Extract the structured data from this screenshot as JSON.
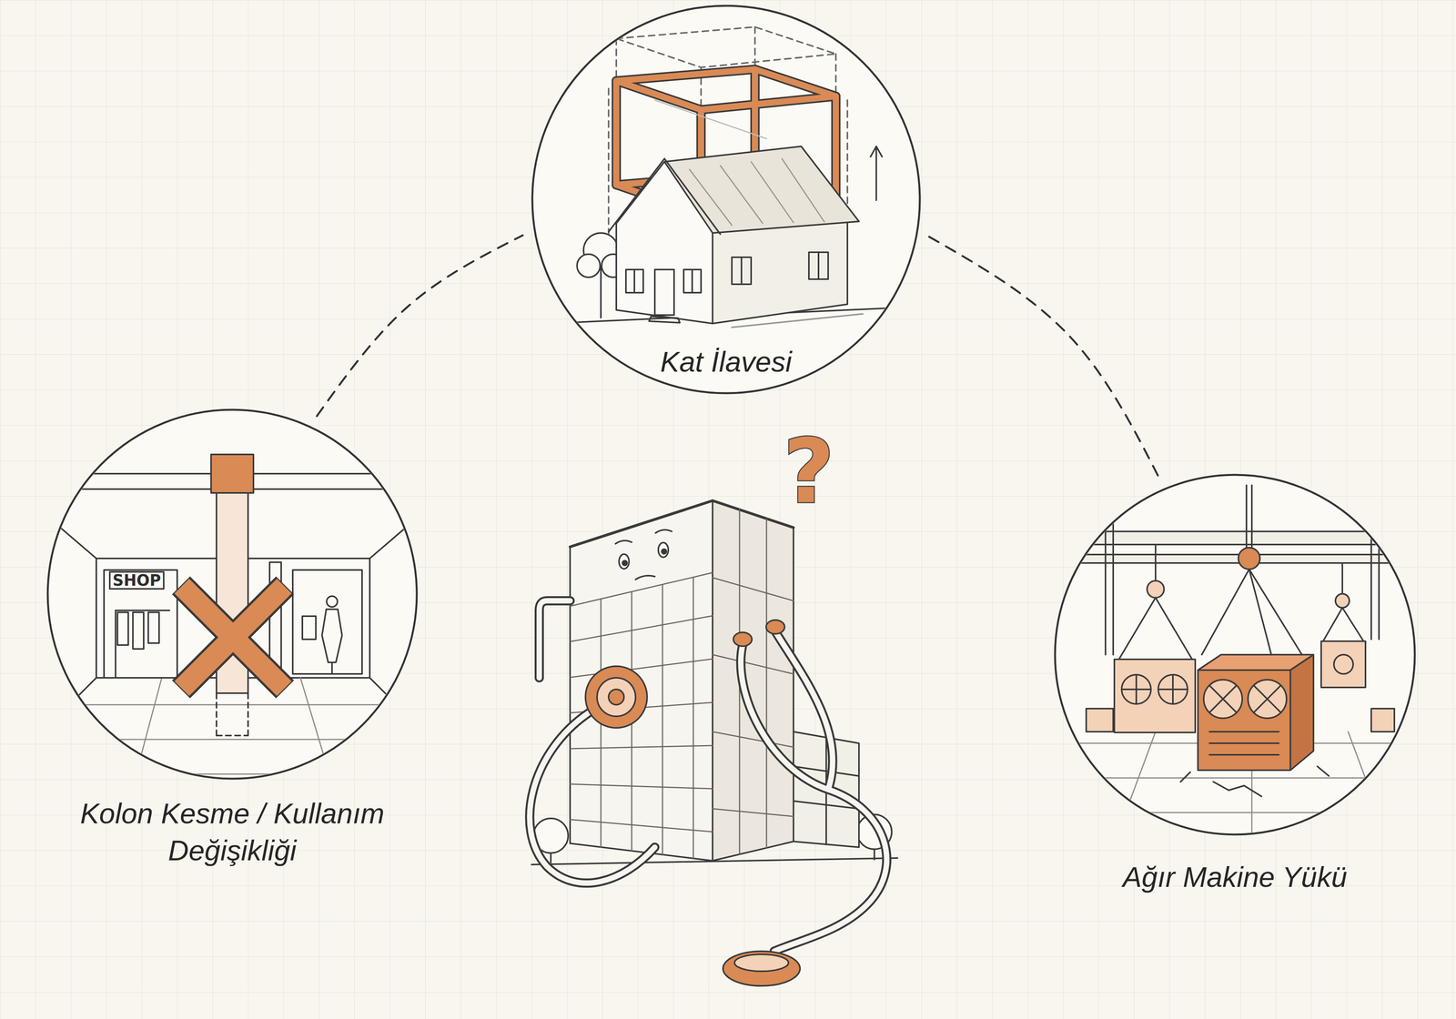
{
  "diagram": {
    "nodes": [
      {
        "text": [
          "Kat İlavesi"
        ]
      },
      {
        "text": [
          "Kolon Kesme / Kullanım Değişikliği"
        ]
      },
      {
        "text": [
          "Ağır Makine Yükü"
        ]
      }
    ],
    "edges": [
      {
        "from": 1,
        "to": 0,
        "arrow": "none"
      },
      {
        "from": 0,
        "to": 2,
        "arrow": "none"
      }
    ],
    "labels": [
      "SHOP",
      "?"
    ]
  }
}
